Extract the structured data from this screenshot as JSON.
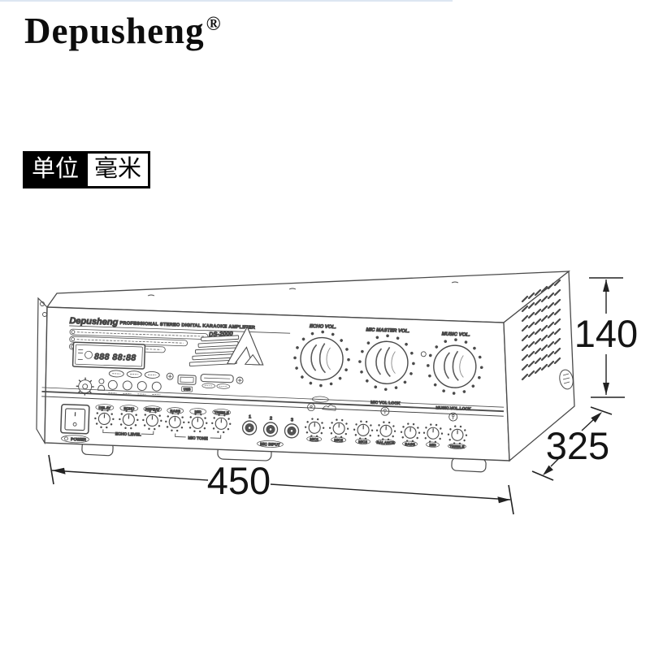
{
  "page": {
    "brand": "Depusheng",
    "registered_mark": "®",
    "unit_badge": {
      "label": "单位",
      "value": "毫米"
    }
  },
  "dimensions": {
    "width_mm": "450",
    "depth_mm": "325",
    "height_mm": "140"
  },
  "device": {
    "model": "DS-2000",
    "heading": {
      "brand": "Depusheng",
      "title": "PROFESSIONAL STEREO DIGITAL KARAOKE AMPLIFIER"
    },
    "display_value": "888 88:88",
    "usb_label": "USB",
    "power_label": "POWER",
    "knobs": {
      "echo_vol": "ECHO VOL.",
      "mic_master_vol": "MIC MASTER VOL.",
      "music_vol": "MUSIC VOL.",
      "mic_vol_lock": "MIC VOL LOCK",
      "music_vol_lock": "MUSIC VOL LOCK"
    },
    "echo_section": {
      "labels": [
        "DELAY",
        "ECHO",
        "REPEAT"
      ],
      "group": "ECHO LEVEL"
    },
    "mic_tone_section": {
      "labels": [
        "BASS",
        "MID",
        "TREBLE"
      ],
      "group": "MIC TONE"
    },
    "mic_input_section": {
      "jacks": [
        "1",
        "2",
        "3"
      ],
      "group": "MIC INPUT"
    },
    "mixer_section": {
      "labels": [
        "MIC1",
        "MIC2",
        "MIC3",
        "BALANCE",
        "BASS",
        "MID",
        "TREBLE"
      ]
    }
  },
  "colors": {
    "line": "#4a4a4a",
    "dim_line": "#222222",
    "accent_line": "#dde6f2"
  }
}
